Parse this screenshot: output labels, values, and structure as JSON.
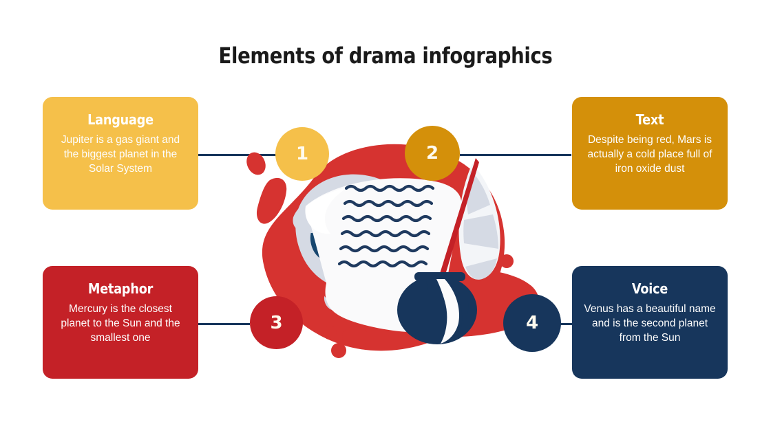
{
  "page": {
    "title": "Elements of drama infographics",
    "background_color": "#FFFFFF"
  },
  "palette": {
    "amber_light": "#F5C04A",
    "amber_dark": "#D4900A",
    "red": "#C42127",
    "navy": "#17365C",
    "bone": "#D5DAE4",
    "paper": "#F7F7F8",
    "white": "#FFFFFF"
  },
  "cards": [
    {
      "step": "1",
      "title": "Language",
      "body": "Jupiter is a gas giant and the biggest planet in the Solar System",
      "color": "#F5C04A",
      "position": "top-left"
    },
    {
      "step": "2",
      "title": "Text",
      "body": "Despite being red, Mars is actually a cold place full of iron oxide dust",
      "color": "#D4900A",
      "position": "top-right"
    },
    {
      "step": "3",
      "title": "Metaphor",
      "body": "Mercury is the closest planet to the Sun and the smallest one",
      "color": "#C42127",
      "position": "bottom-left"
    },
    {
      "step": "4",
      "title": "Voice",
      "body": "Venus has a beautiful name and is the second planet from the Sun",
      "color": "#17365C",
      "position": "bottom-right"
    }
  ],
  "illustration": {
    "name": "drama-writing-illustration",
    "elements": [
      "red-blob",
      "skull-icon",
      "scroll-icon",
      "quill-icon",
      "inkpot-icon",
      "red-dots"
    ]
  }
}
